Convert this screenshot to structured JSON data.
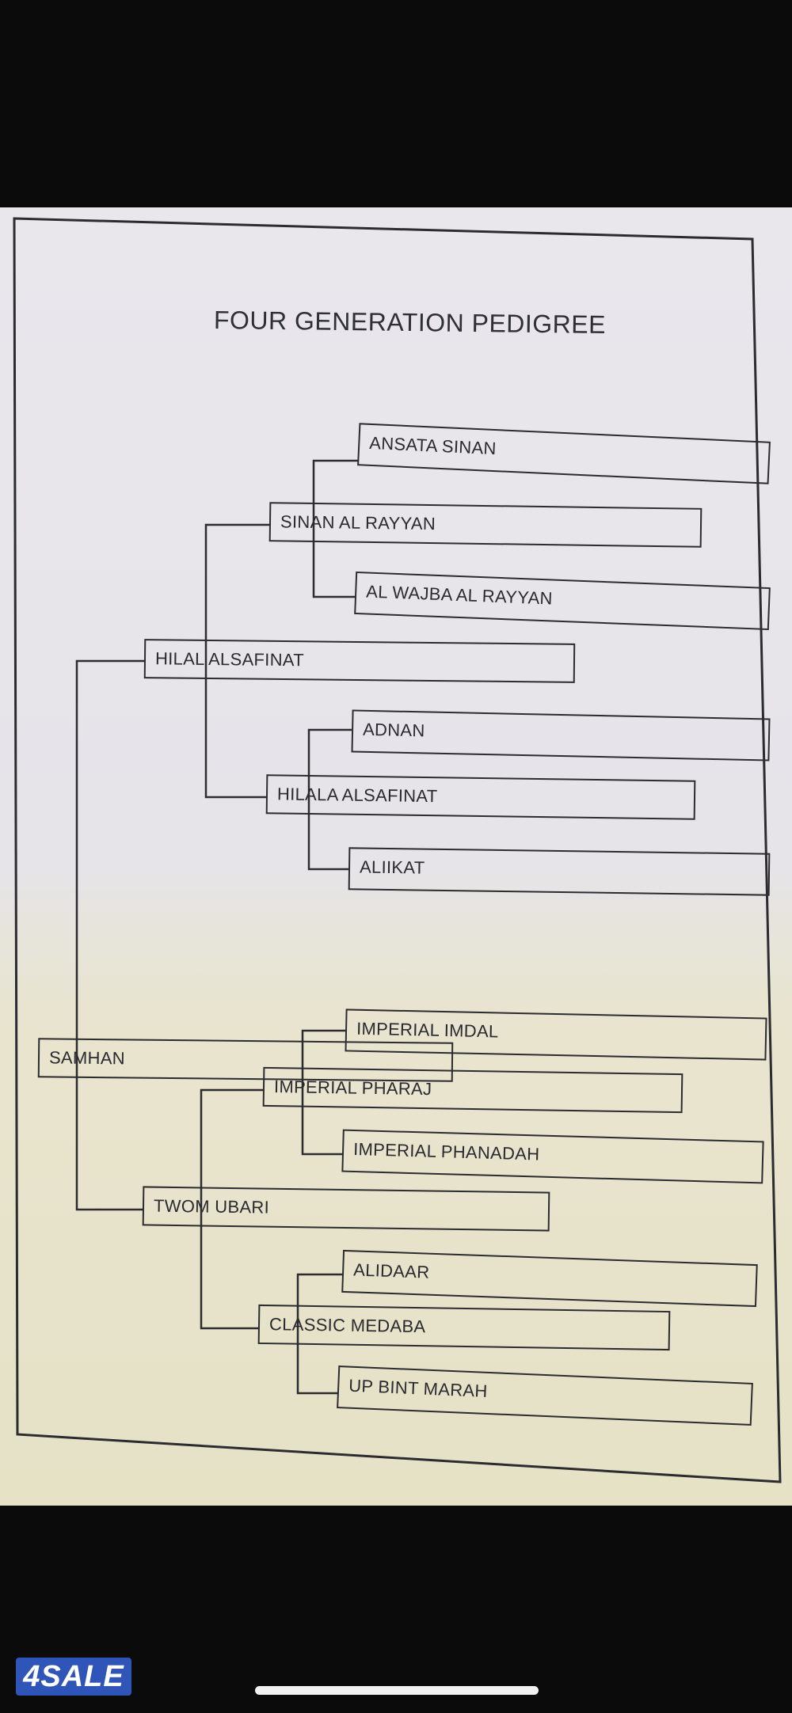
{
  "document": {
    "title": "FOUR GENERATION PEDIGREE",
    "gen1": "SAMHAN",
    "gen2": [
      "HILAL ALSAFINAT",
      "TWOM UBARI"
    ],
    "gen3": [
      "SINAN AL RAYYAN",
      "HILALA ALSAFINAT",
      "IMPERIAL PHARAJ",
      "CLASSIC MEDABA"
    ],
    "gen4": [
      "ANSATA SINAN",
      "AL WAJBA AL RAYYAN",
      "ADNAN",
      "ALIIKAT",
      "IMPERIAL IMDAL",
      "IMPERIAL PHANADAH",
      "ALIDAAR",
      "UP BINT MARAH"
    ]
  },
  "app": {
    "brand": "4SALE"
  },
  "colors": {
    "ink": "#2b2b30",
    "paper": "#e9e7ec",
    "brand": "#2f55b8"
  }
}
